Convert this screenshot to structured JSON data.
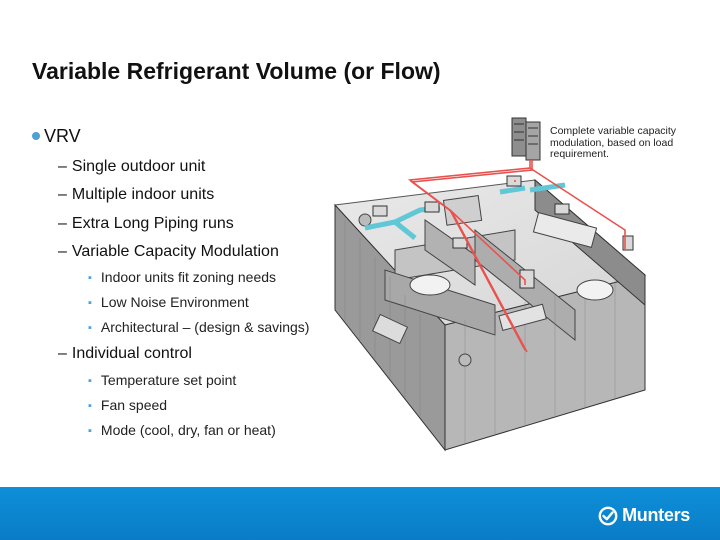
{
  "slide": {
    "title": "Variable Refrigerant Volume (or Flow)",
    "main_bullet": "VRV",
    "sub_bullets": [
      "Single outdoor unit",
      "Multiple indoor units",
      "Extra Long Piping runs",
      "Variable Capacity Modulation"
    ],
    "modulation_points": [
      "Indoor units fit zoning needs",
      "Low Noise Environment",
      "Architectural – (design & savings)"
    ],
    "control_heading": "Individual control",
    "control_points": [
      "Temperature set point",
      "Fan speed",
      "Mode (cool, dry, fan or heat)"
    ],
    "dash": "–",
    "bullet_glyph": "▪"
  },
  "illustration": {
    "caption": "Complete variable capacity modulation, based on load requirement.",
    "pipe_color": "#e8534f",
    "duct_color": "#5fc7d6"
  },
  "footer": {
    "brand": "Munters",
    "bar_color": "#0a86d0"
  }
}
